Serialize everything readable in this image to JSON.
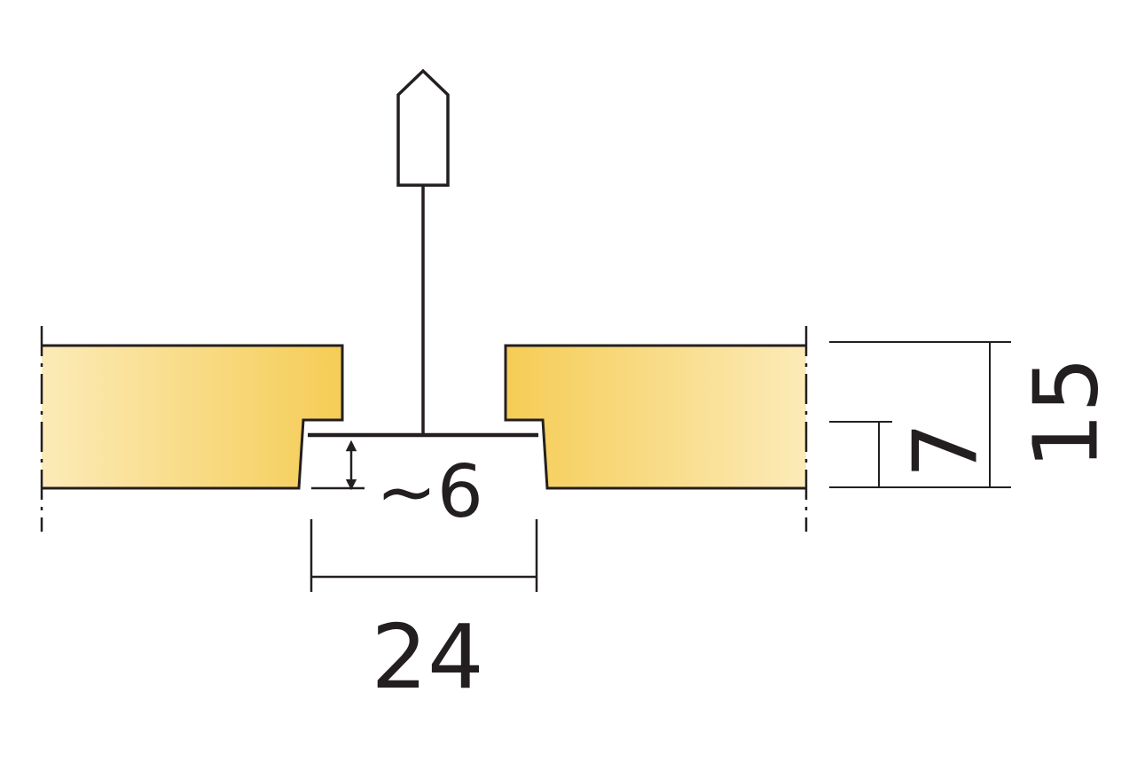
{
  "dimensions": {
    "reveal_depth": "~6",
    "profile_width": "24",
    "edge_depth": "7",
    "panel_thickness": "15"
  },
  "colors": {
    "line": "#231f20",
    "panel_light": "#fbe6a8",
    "panel_dark": "#f5cf5c",
    "background": "#ffffff"
  }
}
